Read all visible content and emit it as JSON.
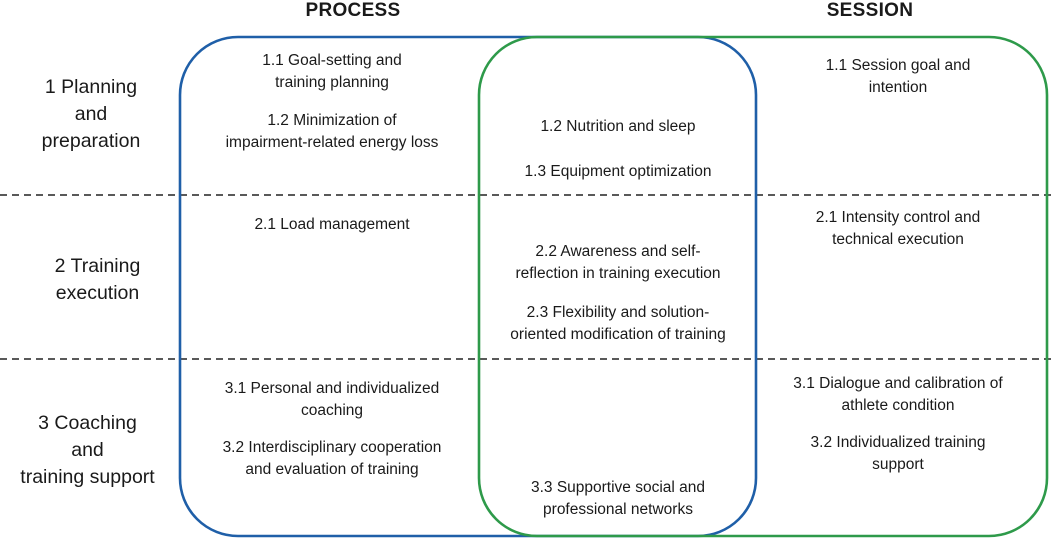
{
  "headers": {
    "process": "PROCESS",
    "session": "SESSION"
  },
  "rows": [
    {
      "label_lines": [
        "1 Planning",
        "and",
        "preparation"
      ]
    },
    {
      "label_lines": [
        "2 Training",
        "execution"
      ]
    },
    {
      "label_lines": [
        "3 Coaching",
        "and",
        "training support"
      ]
    }
  ],
  "cells": {
    "process_planning": [
      [
        "1.1 Goal-setting and",
        "training planning"
      ],
      [
        "1.2 Minimization of",
        "impairment-related energy loss"
      ]
    ],
    "overlap_planning": [
      [
        "1.2 Nutrition and sleep"
      ],
      [
        "1.3 Equipment optimization"
      ]
    ],
    "session_planning": [
      [
        "1.1 Session goal and",
        "intention"
      ]
    ],
    "process_execution": [
      [
        "2.1 Load management"
      ]
    ],
    "overlap_execution": [
      [
        "2.2 Awareness and self-",
        "reflection in training execution"
      ],
      [
        "2.3 Flexibility and solution-",
        "oriented modification of training"
      ]
    ],
    "session_execution": [
      [
        "2.1 Intensity control and",
        "technical execution"
      ]
    ],
    "process_coaching": [
      [
        "3.1 Personal and individualized",
        "coaching"
      ],
      [
        "3.2 Interdisciplinary cooperation",
        "and evaluation of training"
      ]
    ],
    "overlap_coaching": [
      [
        "3.3 Supportive social and",
        "professional networks"
      ]
    ],
    "session_coaching": [
      [
        "3.1 Dialogue and calibration of",
        "athlete condition"
      ],
      [
        "3.2 Individualized training",
        "support"
      ]
    ]
  },
  "colors": {
    "process_stroke": "#1f5fa8",
    "session_stroke": "#2e9a4a",
    "divider": "#222222",
    "text": "#1a1a1a"
  }
}
